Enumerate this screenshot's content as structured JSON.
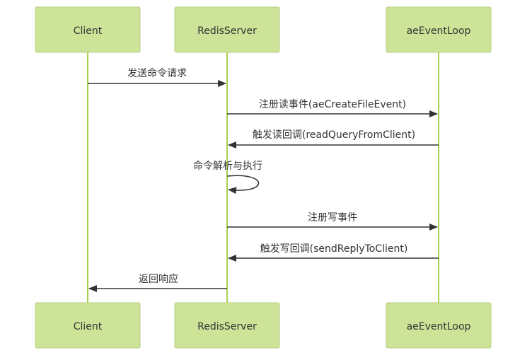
{
  "colors": {
    "actor_fill": "#cde498",
    "actor_stroke": "#b7cf85",
    "lifeline": "#a8d04e",
    "message": "#333333"
  },
  "participants": [
    {
      "id": "client",
      "label": "Client"
    },
    {
      "id": "server",
      "label": "RedisServer"
    },
    {
      "id": "loop",
      "label": "aeEventLoop"
    }
  ],
  "messages": [
    {
      "from": "client",
      "to": "server",
      "label": "发送命令请求"
    },
    {
      "from": "server",
      "to": "loop",
      "label": "注册读事件(aeCreateFileEvent)"
    },
    {
      "from": "loop",
      "to": "server",
      "label": "触发读回调(readQueryFromClient)"
    },
    {
      "from": "server",
      "to": "server",
      "label": "命令解析与执行"
    },
    {
      "from": "server",
      "to": "loop",
      "label": "注册写事件"
    },
    {
      "from": "loop",
      "to": "server",
      "label": "触发写回调(sendReplyToClient)"
    },
    {
      "from": "server",
      "to": "client",
      "label": "返回响应"
    }
  ]
}
